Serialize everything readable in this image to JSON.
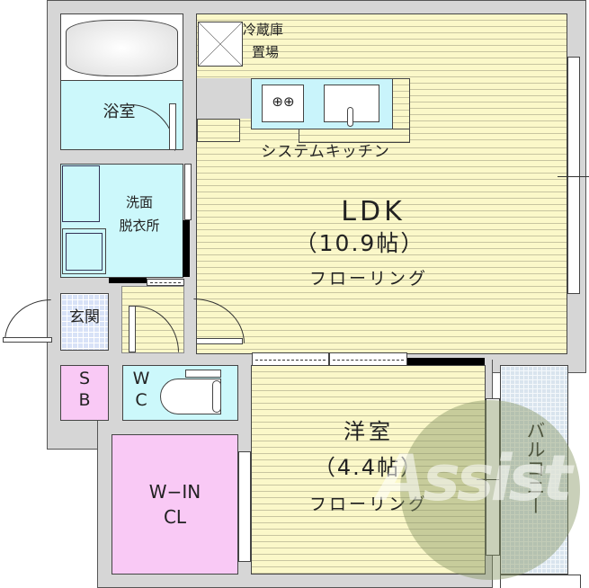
{
  "floorplan": {
    "rooms": {
      "ldk": {
        "name": "LDK",
        "size": "（10.9帖）",
        "floor": "フローリング"
      },
      "western": {
        "name": "洋室",
        "size": "（4.4帖）",
        "floor": "フローリング"
      },
      "bath": {
        "name": "浴室"
      },
      "washroom": {
        "line1": "洗面",
        "line2": "脱衣所"
      },
      "entrance": {
        "name": "玄関"
      },
      "shoebox": {
        "line1": "S",
        "line2": "B"
      },
      "toilet": {
        "line1": "W",
        "line2": "C"
      },
      "walkin": {
        "line1": "W−IN",
        "line2": "CL"
      },
      "balcony": {
        "name": "バルコニー"
      }
    },
    "fixtures": {
      "fridge": {
        "line1": "冷蔵庫",
        "line2": "置場"
      },
      "kitchen": {
        "name": "システムキッチン"
      }
    },
    "watermark": {
      "text": "Assist"
    },
    "colors": {
      "wall": "#d6d6d6",
      "floor": "#fbf8c9",
      "wet_area": "#ccf8fb",
      "storage": "#f9c9f5",
      "entrance_tile": "#d8e2f7",
      "watermark": "#8f9d6e"
    }
  }
}
